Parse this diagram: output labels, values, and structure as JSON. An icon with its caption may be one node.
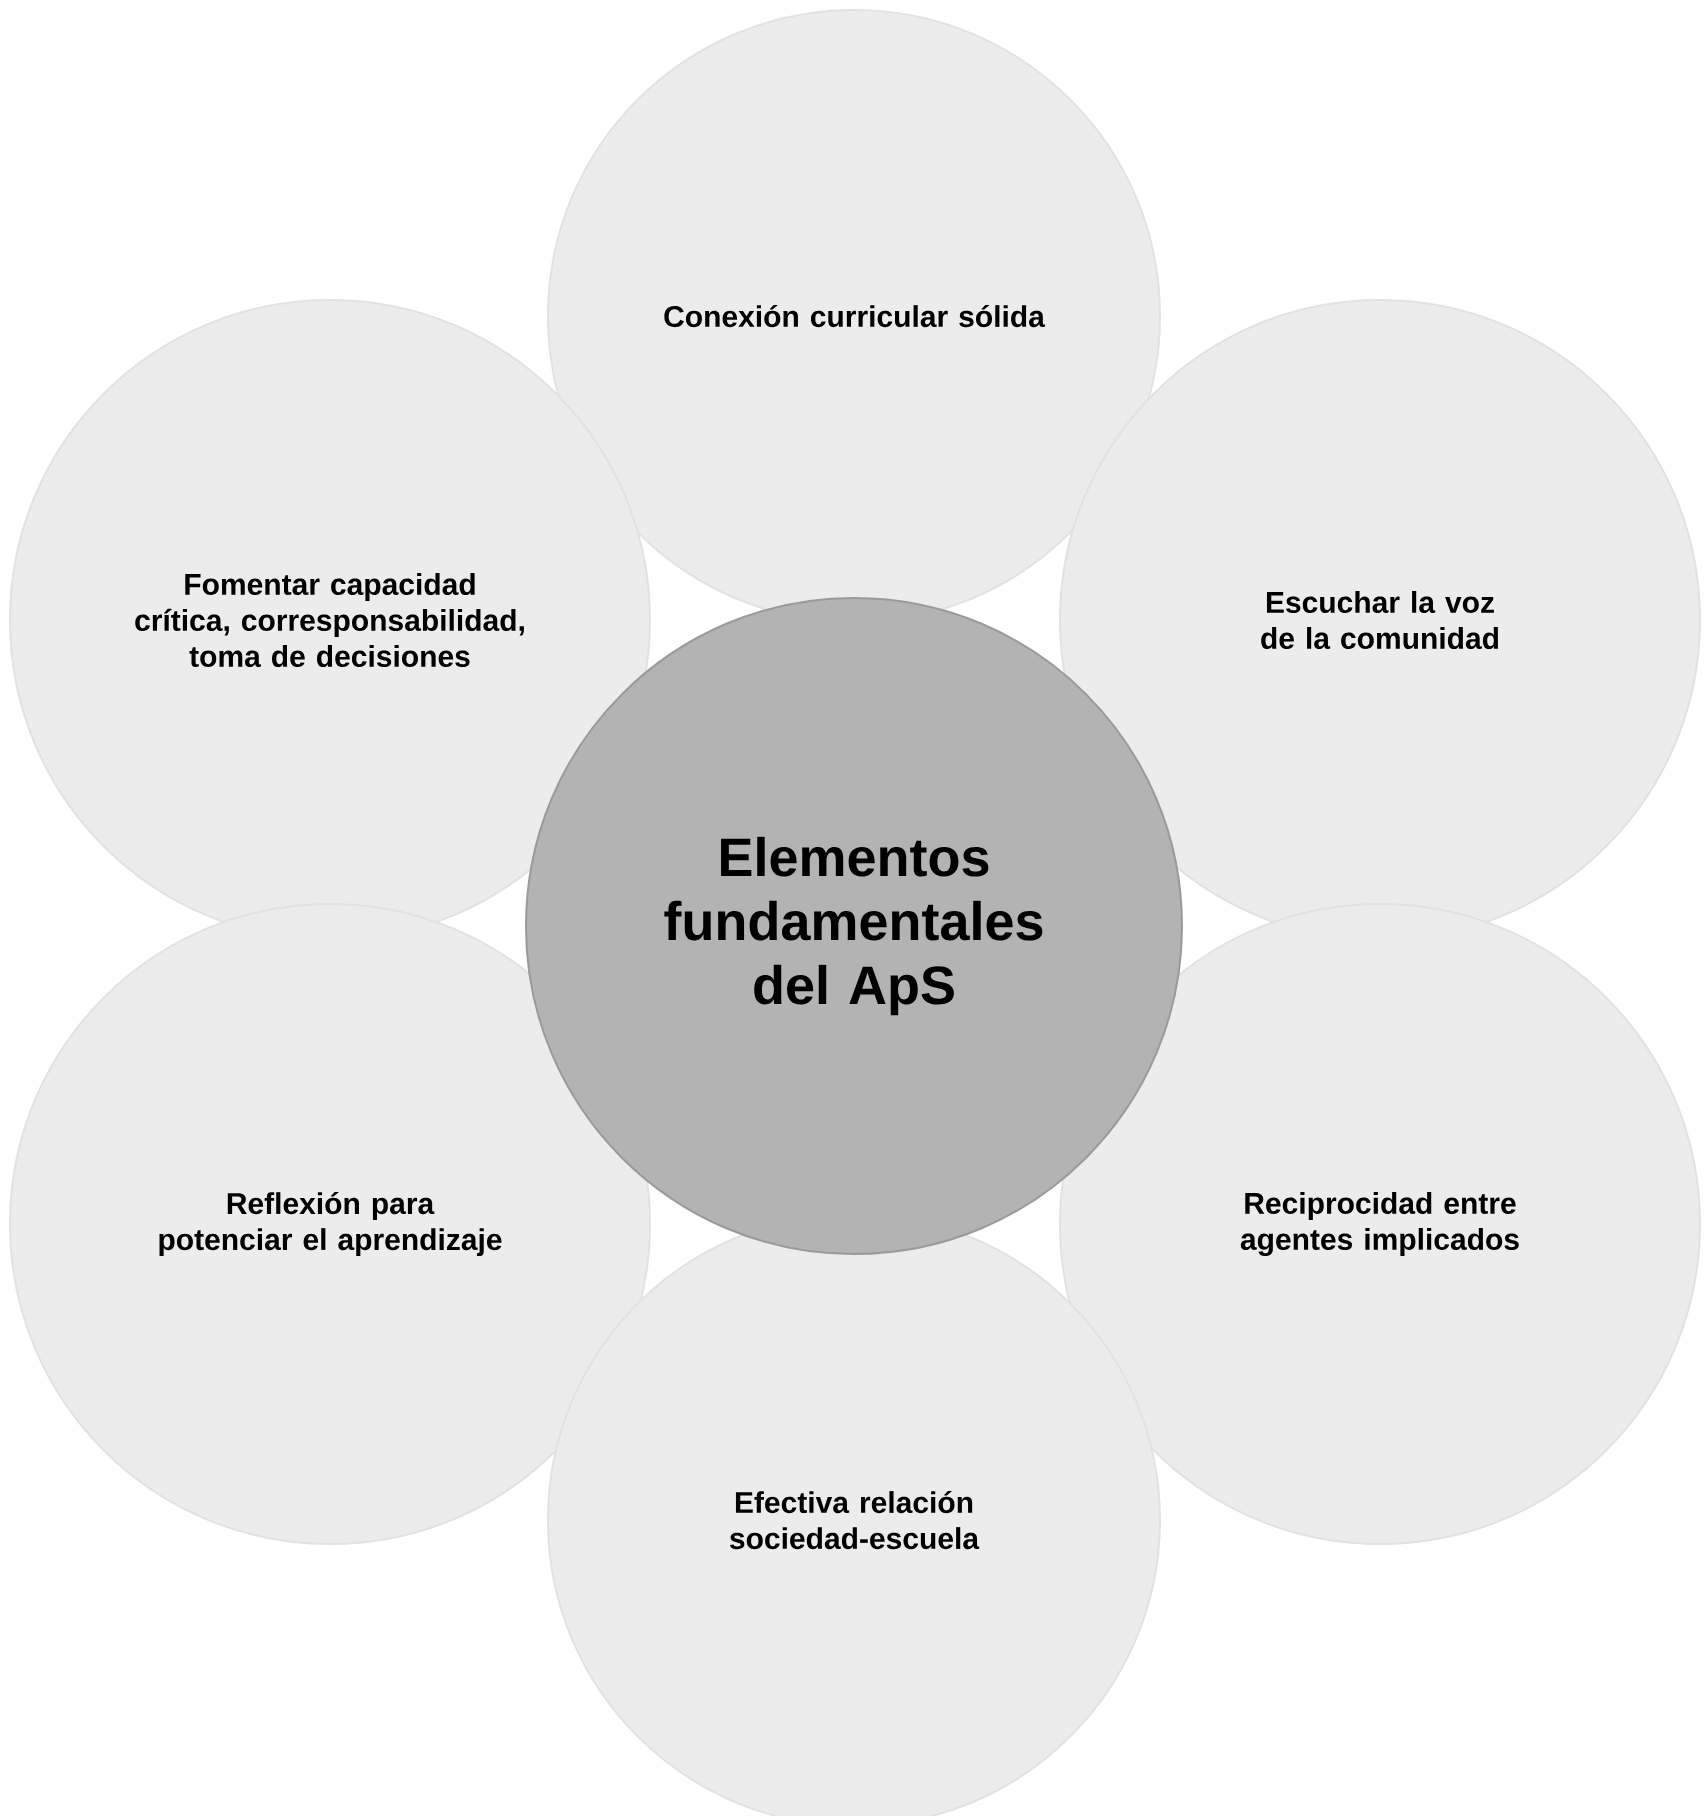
{
  "diagram": {
    "nodes": [
      {
        "text": [
          "Conexión curricular sólida"
        ]
      },
      {
        "text": [
          "Fomentar capacidad crítica, corresponsabilidad, toma de decisiones"
        ]
      },
      {
        "text": [
          "Escuchar la voz de la comunidad"
        ]
      },
      {
        "text": [
          "Elementos fundamentales del ApS"
        ]
      },
      {
        "text": [
          "Reflexión para potenciar el aprendizaje"
        ]
      },
      {
        "text": [
          "Reciprocidad entre agentes implicados"
        ]
      },
      {
        "text": [
          "Efectiva relación sociedad-escuela"
        ]
      }
    ]
  }
}
